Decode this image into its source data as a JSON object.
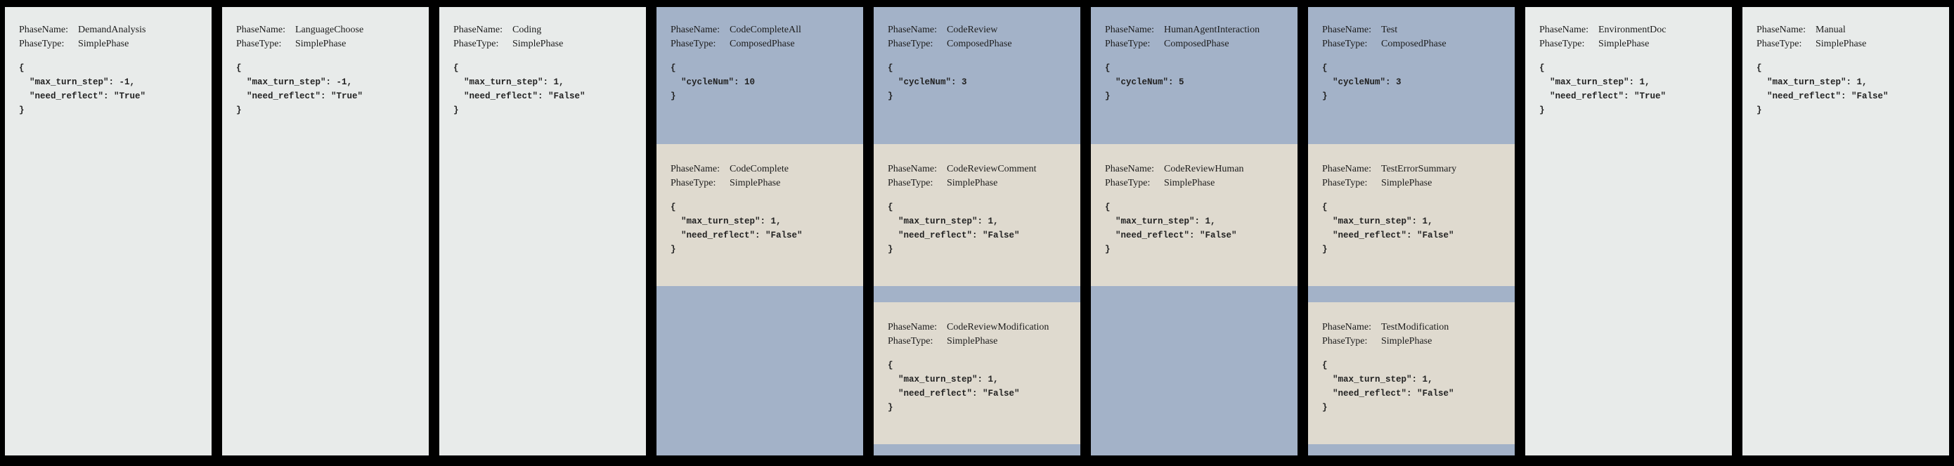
{
  "labels": {
    "phase_name": "PhaseName:",
    "phase_type": "PhaseType:"
  },
  "colors": {
    "background": "#000000",
    "simple_card_bg": "#e8ebea",
    "composed_card_bg": "#a3b2c8",
    "nested_card_bg": "#dfdacf",
    "text": "#1c1c1c"
  },
  "cards": [
    {
      "kind": "simple",
      "phase_name": "DemandAnalysis",
      "phase_type": "SimplePhase",
      "config": [
        "{",
        "  \"max_turn_step\": -1,",
        "  \"need_reflect\": \"True\"",
        "}"
      ]
    },
    {
      "kind": "simple",
      "phase_name": "LanguageChoose",
      "phase_type": "SimplePhase",
      "config": [
        "{",
        "  \"max_turn_step\": -1,",
        "  \"need_reflect\": \"True\"",
        "}"
      ]
    },
    {
      "kind": "simple",
      "phase_name": "Coding",
      "phase_type": "SimplePhase",
      "config": [
        "{",
        "  \"max_turn_step\": 1,",
        "  \"need_reflect\": \"False\"",
        "}"
      ]
    },
    {
      "kind": "composed",
      "phase_name": "CodeCompleteAll",
      "phase_type": "ComposedPhase",
      "config": [
        "{",
        "  \"cycleNum\": 10",
        "}"
      ],
      "children": [
        {
          "phase_name": "CodeComplete",
          "phase_type": "SimplePhase",
          "config": [
            "{",
            "  \"max_turn_step\": 1,",
            "  \"need_reflect\": \"False\"",
            "}"
          ]
        }
      ]
    },
    {
      "kind": "composed",
      "phase_name": "CodeReview",
      "phase_type": "ComposedPhase",
      "config": [
        "{",
        "  \"cycleNum\": 3",
        "}"
      ],
      "children": [
        {
          "phase_name": "CodeReviewComment",
          "phase_type": "SimplePhase",
          "config": [
            "{",
            "  \"max_turn_step\": 1,",
            "  \"need_reflect\": \"False\"",
            "}"
          ]
        },
        {
          "phase_name": "CodeReviewModification",
          "phase_type": "SimplePhase",
          "config": [
            "{",
            "  \"max_turn_step\": 1,",
            "  \"need_reflect\": \"False\"",
            "}"
          ]
        }
      ]
    },
    {
      "kind": "composed",
      "phase_name": "HumanAgentInteraction",
      "phase_type": "ComposedPhase",
      "config": [
        "{",
        "  \"cycleNum\": 5",
        "}"
      ],
      "children": [
        {
          "phase_name": "CodeReviewHuman",
          "phase_type": "SimplePhase",
          "config": [
            "{",
            "  \"max_turn_step\": 1,",
            "  \"need_reflect\": \"False\"",
            "}"
          ]
        }
      ]
    },
    {
      "kind": "composed",
      "phase_name": "Test",
      "phase_type": "ComposedPhase",
      "config": [
        "{",
        "  \"cycleNum\": 3",
        "}"
      ],
      "children": [
        {
          "phase_name": "TestErrorSummary",
          "phase_type": "SimplePhase",
          "config": [
            "{",
            "  \"max_turn_step\": 1,",
            "  \"need_reflect\": \"False\"",
            "}"
          ]
        },
        {
          "phase_name": "TestModification",
          "phase_type": "SimplePhase",
          "config": [
            "{",
            "  \"max_turn_step\": 1,",
            "  \"need_reflect\": \"False\"",
            "}"
          ]
        }
      ]
    },
    {
      "kind": "simple",
      "phase_name": "EnvironmentDoc",
      "phase_type": "SimplePhase",
      "config": [
        "{",
        "  \"max_turn_step\": 1,",
        "  \"need_reflect\": \"True\"",
        "}"
      ]
    },
    {
      "kind": "simple",
      "phase_name": "Manual",
      "phase_type": "SimplePhase",
      "config": [
        "{",
        "  \"max_turn_step\": 1,",
        "  \"need_reflect\": \"False\"",
        "}"
      ]
    }
  ]
}
